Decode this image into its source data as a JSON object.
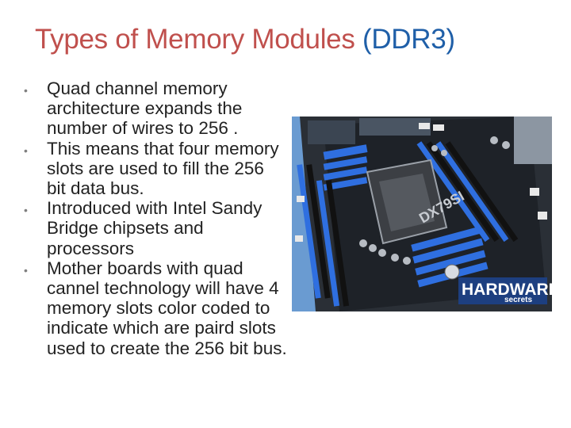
{
  "slide": {
    "title_main": "Types of Memory Modules ",
    "title_accent": "(DDR3)",
    "bullets": [
      "Quad channel memory architecture expands the number of wires to 256 .",
      "This means that four memory slots are used to fill the 256 bit data bus.",
      "Introduced with Intel Sandy Bridge chipsets and processors",
      "Mother boards with quad cannel technology will have 4 memory slots color coded to indicate which are paird slots used to create the 256 bit bus."
    ],
    "bullet_glyph": "•"
  },
  "photo": {
    "board_label": "DX79SI",
    "logo_word": "HARDWARE",
    "logo_sub": "secrets"
  },
  "colors": {
    "title": "#c0504d",
    "title_accent": "#1f5fa8",
    "body_text": "#222222",
    "slot_blue": "#2f6fe0"
  }
}
